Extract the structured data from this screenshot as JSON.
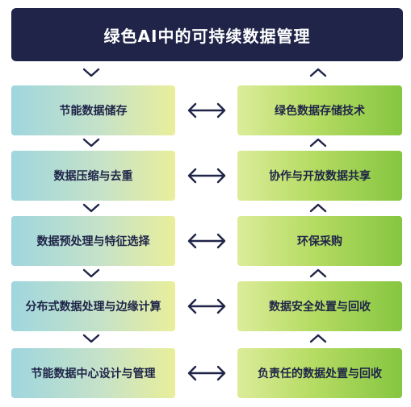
{
  "title": "绿色AI中的可持续数据管理",
  "left_column": [
    "节能数据储存",
    "数据压缩与去重",
    "数据预处理与特征选择",
    "分布式数据处理与边缘计算",
    "节能数据中心设计与管理"
  ],
  "right_column": [
    "绿色数据存储技术",
    "协作与开放数据共享",
    "环保采购",
    "数据安全处置与回收",
    "负责任的数据处置与回收"
  ],
  "colors": {
    "title_bg": "#1f2448",
    "text": "#1f2448",
    "arrow": "#1f2448"
  },
  "connectors": {
    "left_flow": "down",
    "right_flow": "up",
    "between": "bidirectional-arrow"
  }
}
